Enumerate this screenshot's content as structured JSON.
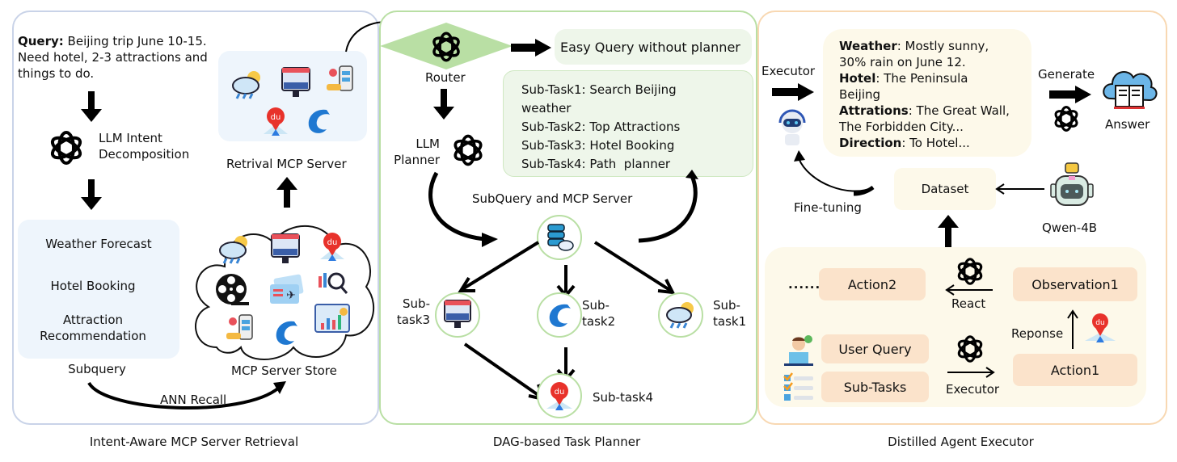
{
  "panels": {
    "retrieval": {
      "caption": "Intent-Aware MCP Server Retrieval",
      "query_label": "Query:",
      "query_text": " Beijing trip June 10-15. Need hotel, 2-3 attractions and things to do.",
      "llm_label_1": "LLM Intent",
      "llm_label_2": "Decomposition",
      "subqueries": [
        "Weather Forecast",
        "Hotel Booking",
        "Attraction",
        "Recommendation"
      ],
      "subquery_label": "Subquery",
      "store_label": "MCP Server Store",
      "retrieved_label": "Retrival MCP Server",
      "ann_label": "ANN Recall",
      "border_color": "#c9d3e8",
      "box_color": "#eef5fc"
    },
    "planner": {
      "caption": "DAG-based Task Planner",
      "router_label": "Router",
      "easy_query": "Easy Query without planner",
      "llm_label_1": "LLM",
      "llm_label_2": "Planner",
      "subtasks": [
        "Sub-Task1: Search Beijing",
        "weather",
        "Sub-Task2: Top Attractions",
        "Sub-Task3: Hotel Booking",
        "Sub-Task4: Path  planner"
      ],
      "subquery_server_label": "SubQuery and MCP Server",
      "nodes": {
        "task3": [
          "Sub-",
          "task3"
        ],
        "task2": [
          "Sub-",
          "task2"
        ],
        "task1": [
          "Sub-",
          "task1"
        ],
        "task4": "Sub-task4"
      },
      "border_color": "#b9dfa4",
      "box_color": "#eef6ea"
    },
    "executor": {
      "caption": "Distilled Agent Executor",
      "executor_label": "Executor",
      "result": [
        {
          "key": "Weather",
          "value": ": Mostly sunny,"
        },
        {
          "key": "",
          "value": "30% rain on June 12."
        },
        {
          "key": "Hotel",
          "value": ": The Peninsula"
        },
        {
          "key": "",
          "value": "Beijing"
        },
        {
          "key": "Attrations",
          "value": ": The Great Wall,"
        },
        {
          "key": "",
          "value": "The Forbidden City..."
        },
        {
          "key": "Direction",
          "value": ": To Hotel..."
        }
      ],
      "generate_label": "Generate",
      "answer_label": "Answer",
      "dataset_label": "Dataset",
      "finetune_label": "Fine-tuning",
      "teacher_label": "Qwen-4B",
      "ellipsis": "......",
      "action2": "Action2",
      "observation1": "Observation1",
      "react_label": "React",
      "response_label": "Reponse",
      "user_query": "User Query",
      "sub_tasks": "Sub-Tasks",
      "executor_label_2": "Executor",
      "action1": "Action1",
      "border_color": "#f8d8b2",
      "box_color": "#fdf9ea",
      "peach_color": "#fbe3cb"
    }
  }
}
